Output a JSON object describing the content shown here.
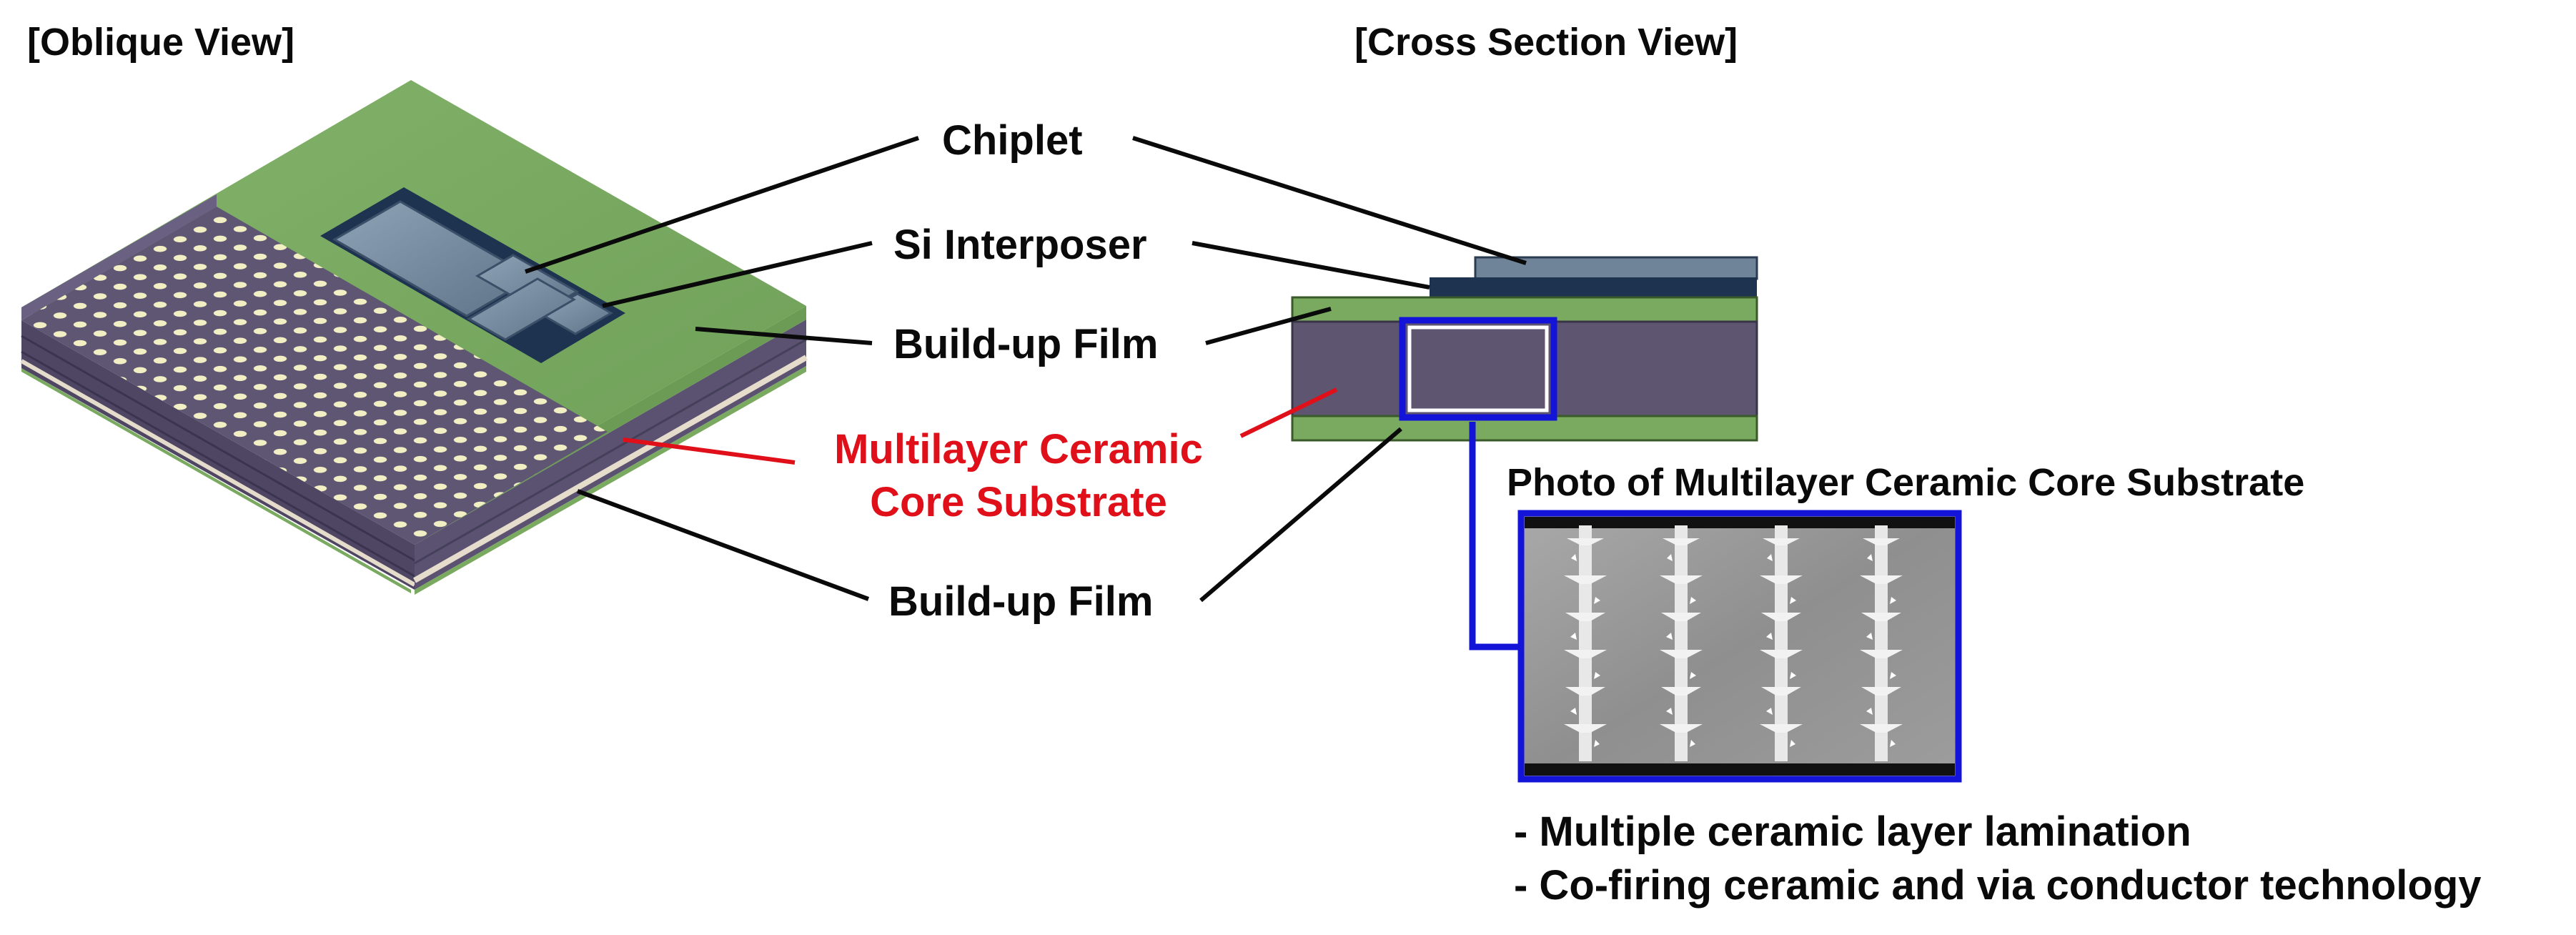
{
  "views": {
    "oblique_title": "[Oblique View]",
    "cross_title": "[Cross Section View]"
  },
  "labels": {
    "chiplet": "Chiplet",
    "si_interposer": "Si Interposer",
    "buildup_top": "Build-up Film",
    "ceramic_line1": "Multilayer Ceramic",
    "ceramic_line2": "Core Substrate",
    "buildup_bottom": "Build-up Film"
  },
  "photo": {
    "title": "Photo of Multilayer Ceramic Core Substrate"
  },
  "notes": [
    "- Multiple ceramic layer lamination",
    "- Co-firing ceramic and via conductor technology"
  ],
  "colors": {
    "buildup_green": "#7aaa60",
    "core_purple": "#5e5570",
    "interposer_navy": "#1d3350",
    "chiplet_slate": "#6f8399",
    "highlight_blue": "#1414d8",
    "ceramic_red": "#e0101a"
  }
}
